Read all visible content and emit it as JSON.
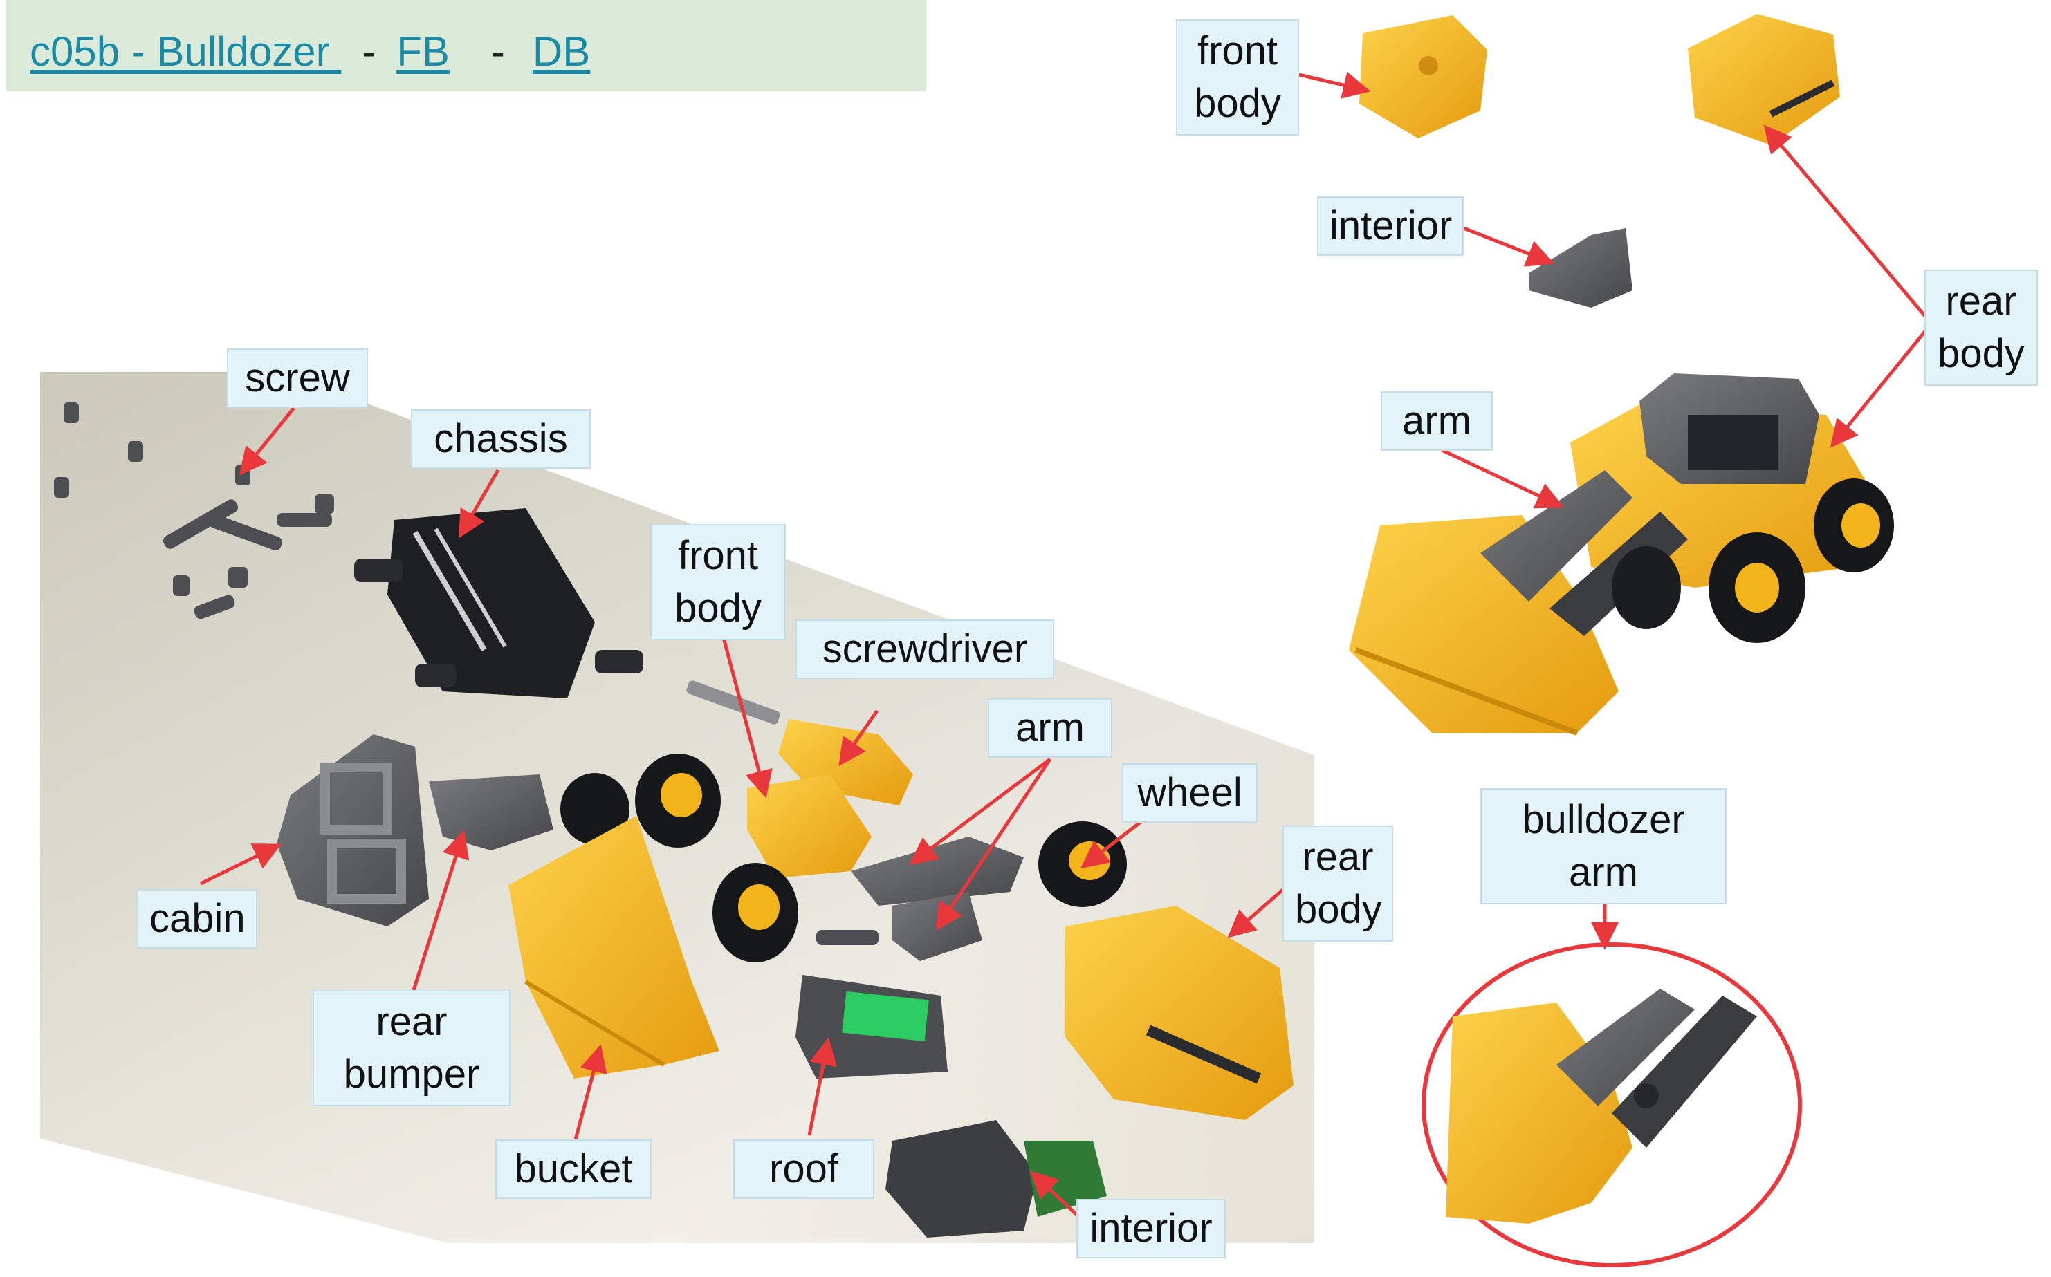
{
  "header": {
    "title_link": "c05b - Bulldozer ",
    "sep1": "-",
    "fb_link": "FB",
    "sep2": "-",
    "db_link": "DB"
  },
  "photo_labels": {
    "screw": "screw",
    "chassis": "chassis",
    "front_body_1": "front",
    "front_body_2": "body",
    "screwdriver": "screwdriver",
    "arm": "arm",
    "wheel": "wheel",
    "rear_body_1": "rear",
    "rear_body_2": "body",
    "cabin": "cabin",
    "rear_bumper_1": "rear",
    "rear_bumper_2": "bumper",
    "bucket": "bucket",
    "roof": "roof",
    "interior": "interior"
  },
  "render_labels": {
    "front_body_1": "front",
    "front_body_2": "body",
    "interior": "interior",
    "rear_body_1": "rear",
    "rear_body_2": "body",
    "arm": "arm",
    "bulldozer_arm_1": "bulldozer",
    "bulldozer_arm_2": "arm"
  },
  "colors": {
    "label_bg": "#e2f4fa",
    "arrow": "#e8383b",
    "toy_yellow": "#f7b51e",
    "toy_gray": "#5a5b5e",
    "banner_bg": "#dcebd9",
    "link": "#1a8aa6"
  }
}
